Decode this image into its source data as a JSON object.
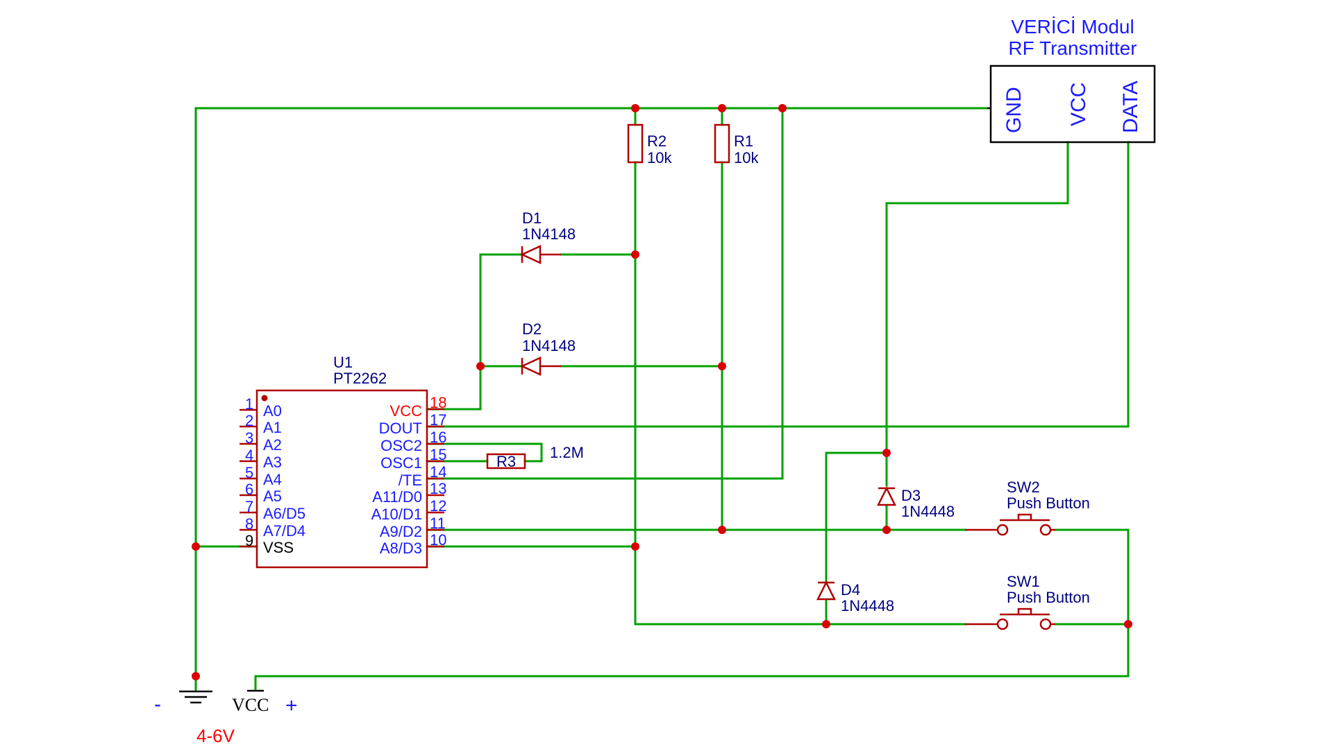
{
  "module": {
    "title_line1": "VERİCİ Modul",
    "title_line2": "RF Transmitter",
    "pins": [
      "GND",
      "VCC",
      "DATA"
    ]
  },
  "ic": {
    "ref": "U1",
    "part": "PT2262",
    "left_pins": [
      {
        "num": "1",
        "name": "A0"
      },
      {
        "num": "2",
        "name": "A1"
      },
      {
        "num": "3",
        "name": "A2"
      },
      {
        "num": "4",
        "name": "A3"
      },
      {
        "num": "5",
        "name": "A4"
      },
      {
        "num": "6",
        "name": "A5"
      },
      {
        "num": "7",
        "name": "A6/D5"
      },
      {
        "num": "8",
        "name": "A7/D4"
      },
      {
        "num": "9",
        "name": "VSS"
      }
    ],
    "right_pins": [
      {
        "num": "18",
        "name": "VCC"
      },
      {
        "num": "17",
        "name": "DOUT"
      },
      {
        "num": "16",
        "name": "OSC2"
      },
      {
        "num": "15",
        "name": "OSC1"
      },
      {
        "num": "14",
        "name": "/TE"
      },
      {
        "num": "13",
        "name": "A11/D0"
      },
      {
        "num": "12",
        "name": "A10/D1"
      },
      {
        "num": "11",
        "name": "A9/D2"
      },
      {
        "num": "10",
        "name": "A8/D3"
      }
    ]
  },
  "components": {
    "r1": {
      "ref": "R1",
      "value": "10k"
    },
    "r2": {
      "ref": "R2",
      "value": "10k"
    },
    "r3": {
      "ref": "R3",
      "value": "1.2M"
    },
    "d1": {
      "ref": "D1",
      "value": "1N4148"
    },
    "d2": {
      "ref": "D2",
      "value": "1N4148"
    },
    "d3": {
      "ref": "D3",
      "value": "1N4448"
    },
    "d4": {
      "ref": "D4",
      "value": "1N4448"
    },
    "sw1": {
      "ref": "SW1",
      "value": "Push Button"
    },
    "sw2": {
      "ref": "SW2",
      "value": "Push Button"
    }
  },
  "power": {
    "vcc_label": "VCC",
    "minus": "-",
    "plus": "+",
    "voltage": "4-6V"
  },
  "colors": {
    "wire": "#00a000",
    "component": "#b00000",
    "junction": "#d80000",
    "pin_label": "#1a1aff",
    "highlight": "#ff0000"
  }
}
